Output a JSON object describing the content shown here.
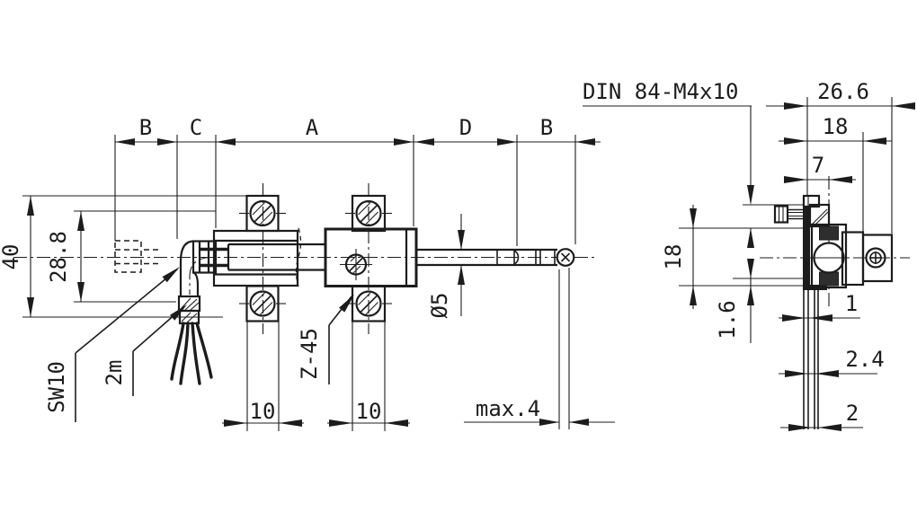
{
  "dims": {
    "top_b1": "B",
    "top_c": "C",
    "top_a": "A",
    "top_d": "D",
    "top_b2": "B",
    "left_40": "40",
    "left_288": "28.8",
    "bottom_10_left": "10",
    "bottom_10_right": "10",
    "rod_dia": "Ø5",
    "stroke_max": "max.4",
    "side_266": "26.6",
    "side_18w": "18",
    "side_7": "7",
    "side_18h": "18",
    "side_16": "1.6",
    "side_1": "1",
    "side_24": "2.4",
    "side_2": "2"
  },
  "notes": {
    "screw_spec": "DIN 84-M4x10"
  },
  "leaders": {
    "wrench_size": "SW10",
    "cable_length": "2m",
    "type_code": "Z-45"
  },
  "colors": {
    "ink": "#1c1c1c",
    "background": "#ffffff"
  }
}
